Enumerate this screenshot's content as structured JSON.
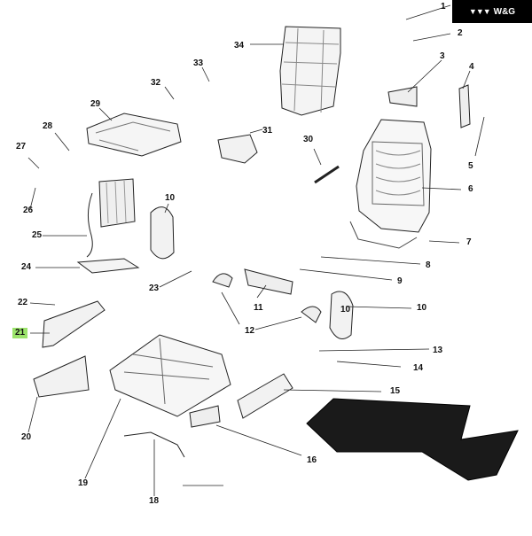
{
  "brand": {
    "text": "W&G",
    "logo_icon": "wg-wings-icon",
    "background": "#000000"
  },
  "highlight_color": "#9be36b",
  "callouts": [
    {
      "num": "1"
    },
    {
      "num": "2"
    },
    {
      "num": "3"
    },
    {
      "num": "4"
    },
    {
      "num": "5"
    },
    {
      "num": "6"
    },
    {
      "num": "7"
    },
    {
      "num": "8"
    },
    {
      "num": "9"
    },
    {
      "num": "10"
    },
    {
      "num": "10"
    },
    {
      "num": "10"
    },
    {
      "num": "11"
    },
    {
      "num": "12"
    },
    {
      "num": "13"
    },
    {
      "num": "14"
    },
    {
      "num": "15"
    },
    {
      "num": "16"
    },
    {
      "num": "18"
    },
    {
      "num": "19"
    },
    {
      "num": "20"
    },
    {
      "num": "21",
      "highlighted": true
    },
    {
      "num": "22"
    },
    {
      "num": "23"
    },
    {
      "num": "24"
    },
    {
      "num": "25"
    },
    {
      "num": "26"
    },
    {
      "num": "27"
    },
    {
      "num": "28"
    },
    {
      "num": "29"
    },
    {
      "num": "30"
    },
    {
      "num": "31"
    },
    {
      "num": "32"
    },
    {
      "num": "33"
    },
    {
      "num": "34"
    }
  ]
}
